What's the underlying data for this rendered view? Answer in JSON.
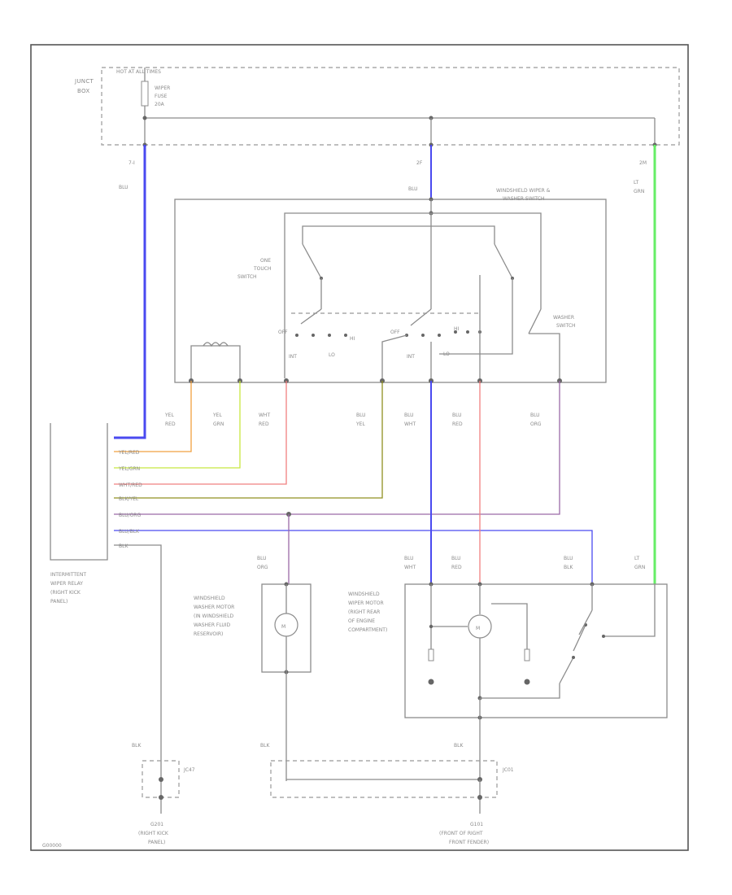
{
  "labels": {
    "hot_at_all_times": "HOT AT ALL TIMES",
    "junction_box": [
      "JUNCT",
      "BOX"
    ],
    "fuse": [
      "WIPER",
      "FUSE",
      "20A"
    ],
    "pin_left": "7-I",
    "pin_mid": "2F",
    "pin_right": "2M",
    "wire_blu_top": "BLU",
    "wire_blu_mid": "BLU",
    "wire_ltgrn_top": [
      "LT",
      "GRN"
    ],
    "switch_title": [
      "WINDSHIELD WIPER &",
      "WASHER SWITCH"
    ],
    "one_touch": [
      "ONE",
      "TOUCH",
      "SWITCH"
    ],
    "washer_switch": [
      "WASHER",
      "SWITCH"
    ],
    "pos_off_1": "OFF",
    "pos_hi": "HI",
    "pos_int": "INT",
    "pos_lo": "LO",
    "pos_off_2": "OFF",
    "pos_int_2": "INT",
    "pos_lo_2": "LO",
    "pos_hi_2": "HI",
    "col_wires": [
      [
        "YEL",
        "RED"
      ],
      [
        "YEL",
        "GRN"
      ],
      [
        "WHT",
        "RED"
      ],
      [
        "BLU",
        "YEL"
      ],
      [
        "BLU",
        "WHT"
      ],
      [
        "BLU",
        "RED"
      ],
      [
        "BLU",
        "ORG"
      ]
    ],
    "relay_wires": [
      "YEL/RED",
      "YEL/GRN",
      "WHT/RED",
      "BLK/YEL",
      "BLU/ORG",
      "BLU/BLK",
      "BLK"
    ],
    "relay_label": [
      "INTERMITTENT",
      "WIPER RELAY",
      "(RIGHT KICK",
      "PANEL)"
    ],
    "bottom_wires": [
      [
        "BLU",
        "ORG"
      ],
      [
        "BLU",
        "WHT"
      ],
      [
        "BLU",
        "RED"
      ],
      [
        "BLU",
        "BLK"
      ],
      [
        "LT",
        "GRN"
      ]
    ],
    "washer_motor": [
      "WINDSHIELD",
      "WASHER MOTOR",
      "(IN WINDSHIELD",
      "WASHER FLUID",
      "RESERVOIR)"
    ],
    "wiper_motor": [
      "WINDSHIELD",
      "WIPER MOTOR",
      "(RIGHT REAR",
      "OF ENGINE",
      "COMPARTMENT)"
    ],
    "blk_1": "BLK",
    "blk_2": "BLK",
    "blk_3": "BLK",
    "joint_left": "JC47",
    "joint_right": "JC01",
    "ground_left": [
      "G201",
      "(RIGHT KICK",
      "PANEL)"
    ],
    "ground_right": [
      "G101",
      "(FRONT OF RIGHT",
      "FRONT FENDER)"
    ],
    "figure_id": "G00000"
  },
  "colors": {
    "blue": "#4a4af0",
    "green": "#66ee66",
    "yellow": "#e8d840",
    "yellow_green": "#c8e840",
    "pink": "#f08080",
    "olive": "#909020",
    "purple": "#9a6aa8",
    "orange": "#f0a040",
    "gray": "#8c8c8c"
  }
}
